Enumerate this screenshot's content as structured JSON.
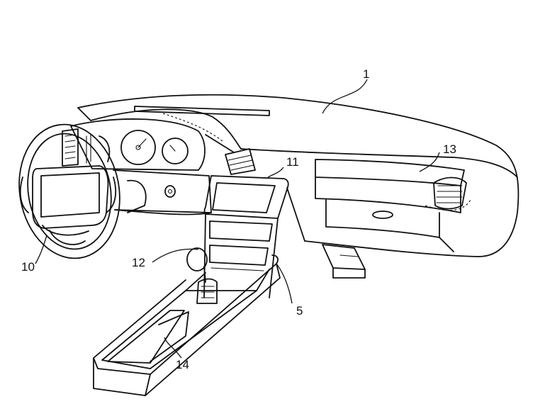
{
  "reference_numerals": [
    {
      "id": "dashboard",
      "label": "1"
    },
    {
      "id": "transmission-tunnel",
      "label": "5"
    },
    {
      "id": "steering-wheel",
      "label": "10"
    },
    {
      "id": "display-unit",
      "label": "11"
    },
    {
      "id": "gear-lever",
      "label": "12"
    },
    {
      "id": "glove-box-lid",
      "label": "13"
    },
    {
      "id": "console-tray",
      "label": "14"
    }
  ]
}
